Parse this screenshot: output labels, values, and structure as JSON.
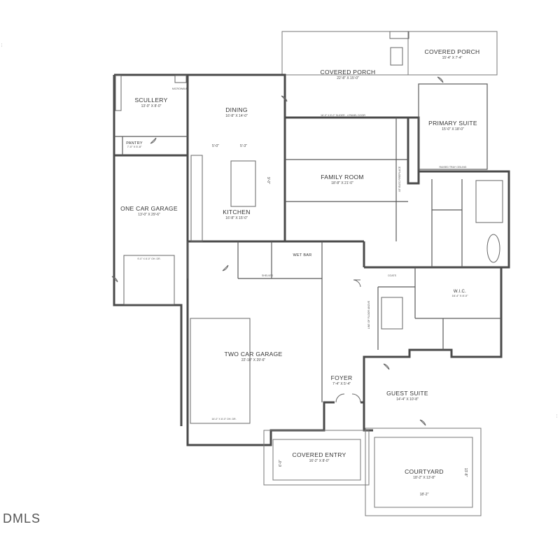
{
  "rooms": {
    "covered_porch_main": {
      "name": "COVERED PORCH",
      "dims": "22'-8\" X 15'-0\""
    },
    "covered_porch_side": {
      "name": "COVERED PORCH",
      "dims": "15'-4\" X 7'-4\""
    },
    "scullery": {
      "name": "SCULLERY",
      "dims": "13'-0\" X 8'-0\""
    },
    "dining": {
      "name": "DINING",
      "dims": "16'-8\" X 14'-0\""
    },
    "pantry": {
      "name": "PANTRY",
      "dims": "7'-0\" X 5'-8\""
    },
    "primary_suite": {
      "name": "PRIMARY SUITE",
      "dims": "15'-0\" X 18'-0\""
    },
    "family_room": {
      "name": "FAMILY ROOM",
      "dims": "18'-8\" X 21'-0\""
    },
    "one_car_garage": {
      "name": "ONE CAR GARAGE",
      "dims": "13'-0\" X 29'-6\""
    },
    "kitchen": {
      "name": "KITCHEN",
      "dims": "16'-8\" X 15'-0\""
    },
    "wet_bar": {
      "name": "WET BAR",
      "dims": ""
    },
    "wic": {
      "name": "W.I.C.",
      "dims": "16'-4\" X 8'-0\""
    },
    "two_car_garage": {
      "name": "TWO CAR GARAGE",
      "dims": "22'-10\" X 29'-6\""
    },
    "foyer": {
      "name": "FOYER",
      "dims": "7'-4\" X 5'-4\""
    },
    "guest_suite": {
      "name": "GUEST SUITE",
      "dims": "14'-4\" X 10'-8\""
    },
    "covered_entry": {
      "name": "COVERED ENTRY",
      "dims": "16'-2\" X 8'-0\""
    },
    "courtyard": {
      "name": "COURTYARD",
      "dims": "18'-2\" X 13'-8\""
    }
  },
  "notes": {
    "slider": "16'-0\" X 8'-0\" SLIDER - 4 PANEL DOOR",
    "raised_ceiling": "RAISED TRAY CEILING",
    "stair_note": "LINE OF FLOOR ABOVE",
    "garage_door_1": "9'-0\" X 8'-0\" OH. DR.",
    "garage_door_2": "16'-0\" X 8'-0\" OH. DR.",
    "shelves": "SHELVES",
    "microwave": "MICROWAVE",
    "coats": "COATS",
    "fireplace": "48\" ELEC FIREPLACE",
    "dim_5a": "5'-0\"",
    "dim_5b": "5'-3\"",
    "dim_9": "9'-0\"",
    "dim_6": "6'-0\"",
    "dim_18": "18'-2\"",
    "dim_13": "13'-8\""
  },
  "watermark": "DMLS"
}
